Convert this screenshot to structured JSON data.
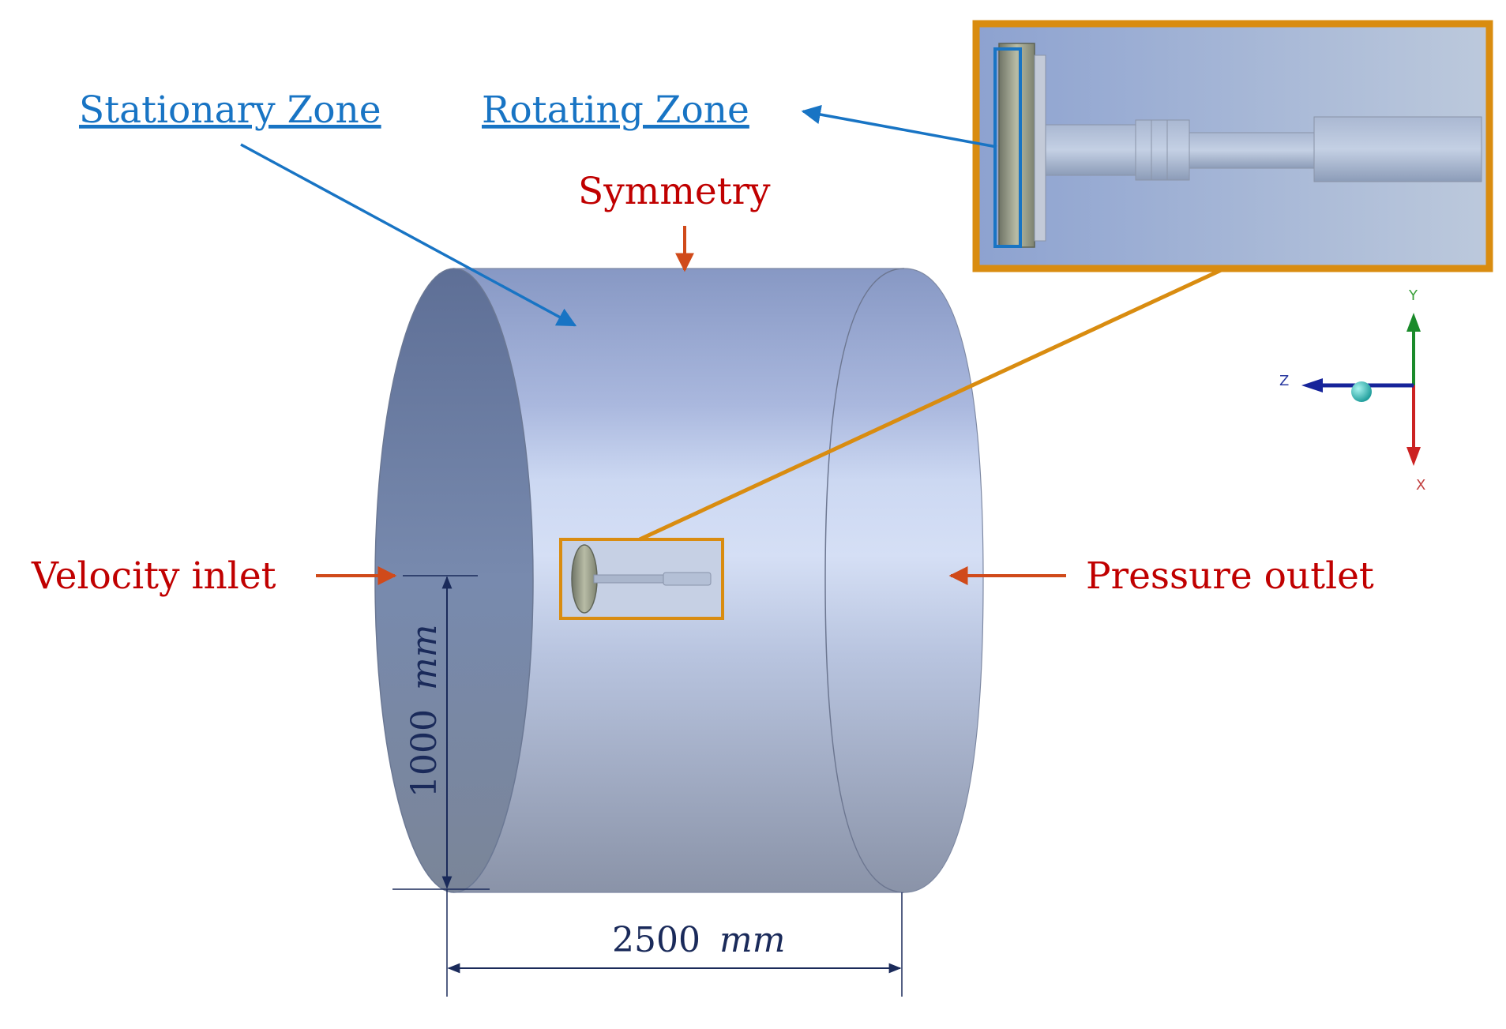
{
  "labels": {
    "stationary_zone": "Stationary Zone",
    "rotating_zone": "Rotating Zone",
    "symmetry": "Symmetry",
    "velocity_inlet": "Velocity inlet",
    "pressure_outlet": "Pressure outlet"
  },
  "dimensions": {
    "diameter": {
      "value": "1000",
      "unit": "mm"
    },
    "length": {
      "value": "2500",
      "unit": "mm"
    }
  },
  "triad": {
    "y": "Y",
    "z": "Z",
    "x": "X"
  },
  "colors": {
    "zone_label": "#1874c4",
    "boundary_label": "#c00000",
    "boundary_arrow": "#d04a1a",
    "callout_frame": "#d98c10",
    "dimension": "#1a2a5a"
  }
}
